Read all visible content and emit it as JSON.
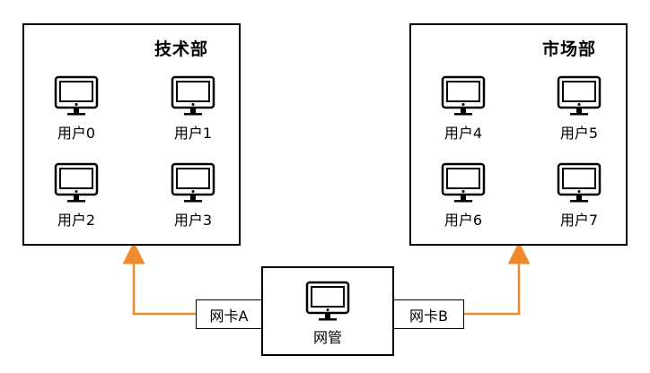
{
  "departments": {
    "tech": {
      "title": "技术部",
      "users": [
        "用户0",
        "用户1",
        "用户2",
        "用户3"
      ]
    },
    "market": {
      "title": "市场部",
      "users": [
        "用户4",
        "用户5",
        "用户6",
        "用户7"
      ]
    }
  },
  "gateway": {
    "label": "网管",
    "card_a": "网卡A",
    "card_b": "网卡B"
  },
  "colors": {
    "link": "#F08A2C",
    "border": "#000000"
  }
}
